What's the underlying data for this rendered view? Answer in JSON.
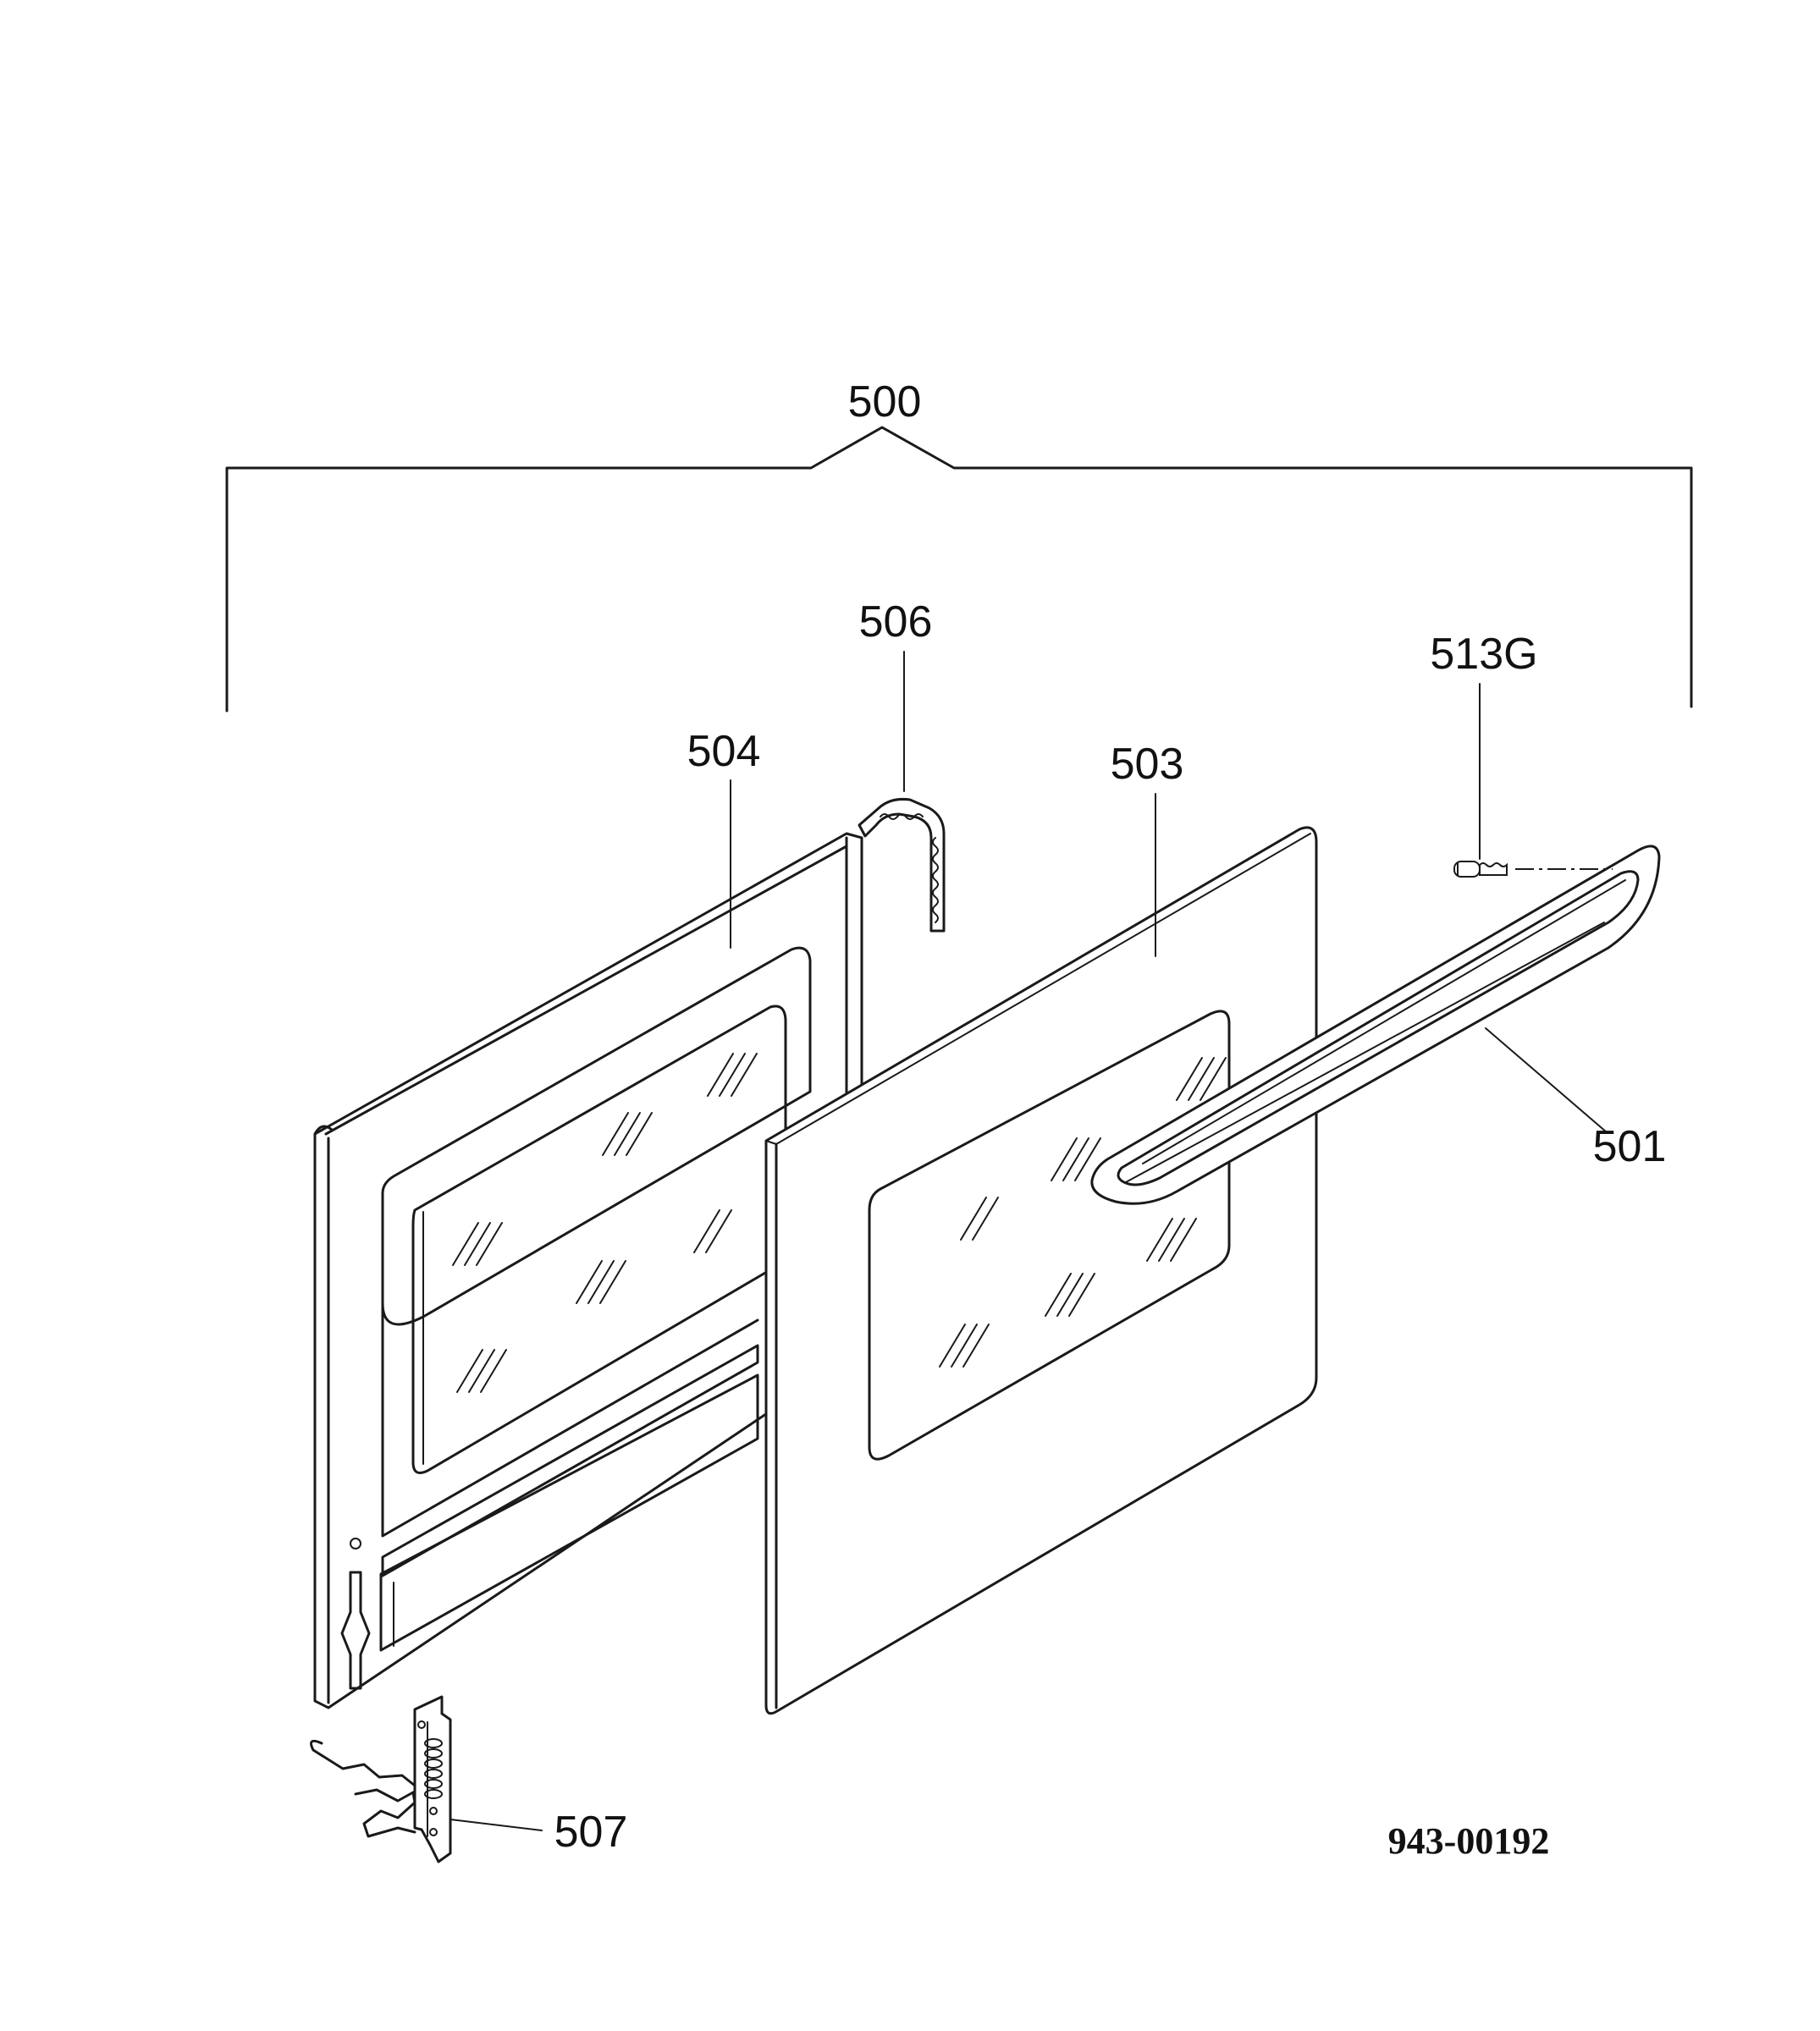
{
  "labels": {
    "p500": "500",
    "p501": "501",
    "p503": "503",
    "p504": "504",
    "p506": "506",
    "p507": "507",
    "p513": "513G"
  },
  "drawing_number": "943-00192"
}
